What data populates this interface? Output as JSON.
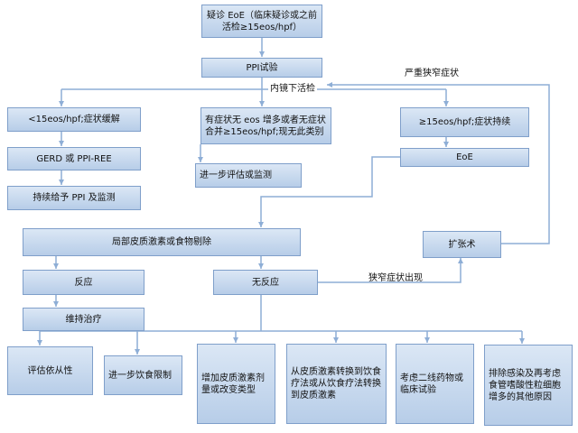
{
  "nodes": {
    "eoe_suspect": "疑诊 EoE（临床疑诊或之前活检≥15eos/hpf）",
    "ppi_trial": "PPI试验",
    "response_low": "<15eos/hpf;症状缓解",
    "symptom_mixed": "有症状无 eos 增多或者无症状合并≥15eos/hpf;现无此类别",
    "response_high": "≥15eos/hpf;症状持续",
    "gerd": "GERD 或 PPI-REE",
    "continue_ppi": "持续给予 PPI 及监测",
    "further_eval": "进一步评估或监测",
    "eoe": "EoE",
    "local_steroid_diet": "局部皮质激素或食物剔除",
    "dilation": "扩张术",
    "responsive": "反应",
    "unresponsive": "无反应",
    "maintain": "维持治疗",
    "assess_compliance": "评估依从性",
    "further_diet": "进一步饮食限制",
    "increase_dose": "增加皮质激素剂量或改变类型",
    "switch_therapy": "从皮质激素转换到饮食疗法或从饮食疗法转换到皮质激素",
    "consider_second_line": "考虑二线药物或临床试验",
    "exclude_causes": "排除感染及再考虑食管嗜酸性粒细胞增多的其他原因"
  },
  "edge_labels": {
    "endoscopy_biopsy": "内镜下活检",
    "severe_stenosis": "严重狭窄症状",
    "stenosis_appears": "狭窄症状出现"
  },
  "colors": {
    "box_fill_top": "#dbe7f5",
    "box_fill_bottom": "#b7cde8",
    "box_border": "#7f9fca",
    "arrow": "#8eaed6"
  }
}
